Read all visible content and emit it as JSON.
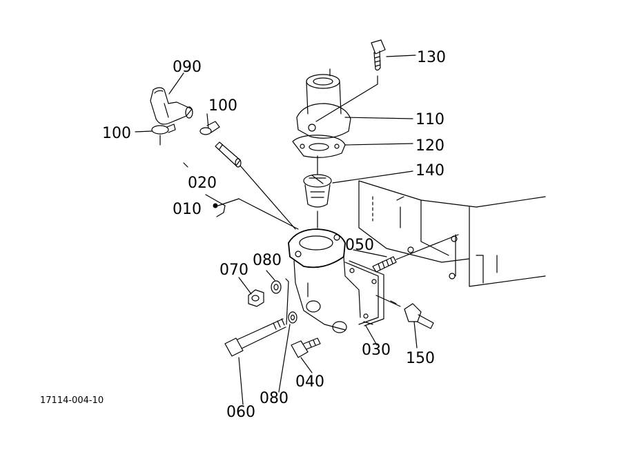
{
  "labels": {
    "p010": "010",
    "p020": "020",
    "p030": "030",
    "p040": "040",
    "p050": "050",
    "p060": "060",
    "p070": "070",
    "p080a": "080",
    "p080b": "080",
    "p090": "090",
    "p100a": "100",
    "p100b": "100",
    "p110": "110",
    "p120": "120",
    "p130": "130",
    "p140": "140",
    "p150": "150"
  },
  "drawing_code": "17114-004-10"
}
